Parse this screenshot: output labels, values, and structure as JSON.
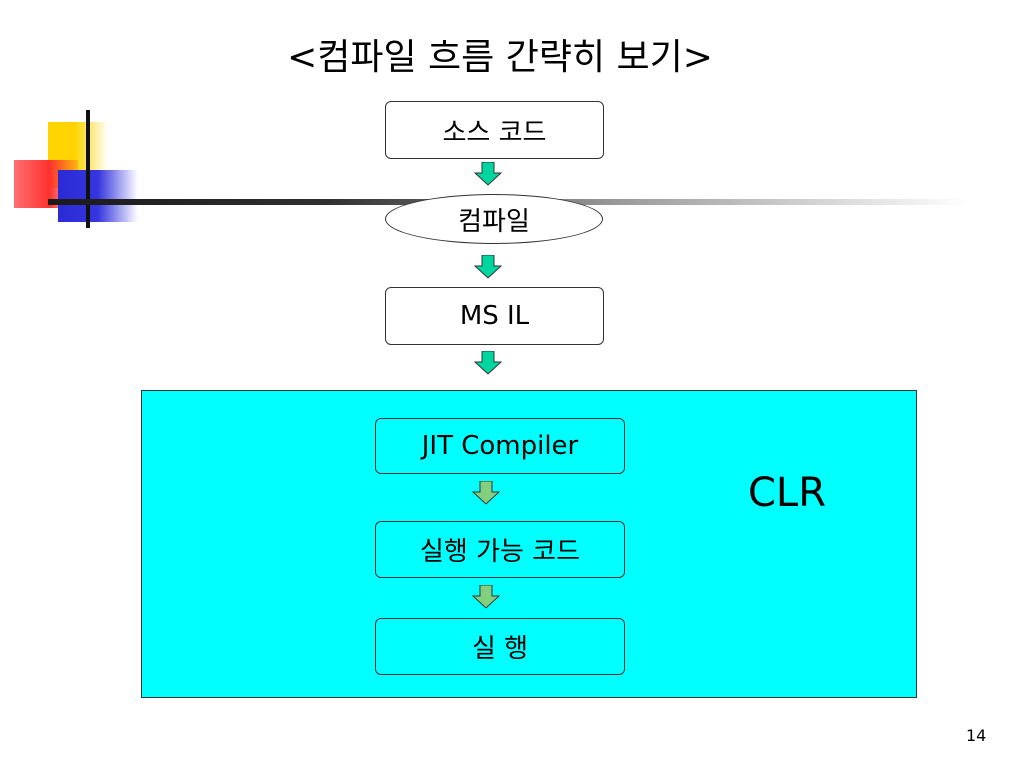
{
  "title": "<컴파일 흐름 간략히 보기>",
  "nodes": {
    "source_code": "소스 코드",
    "compile": "컴파일",
    "ms_il": "MS  IL",
    "jit_compiler": "JIT Compiler",
    "executable_code": "실행 가능 코드",
    "execute": "실  행"
  },
  "clr": {
    "label": "CLR",
    "color": "#00ffff"
  },
  "colors": {
    "arrow_fill": "#00d7a0",
    "arrow_fill_light": "#80d080",
    "deco_yellow": "#ffd400",
    "deco_red": "#ff3030",
    "deco_blue": "#2b2bd6"
  },
  "page_number": "14"
}
